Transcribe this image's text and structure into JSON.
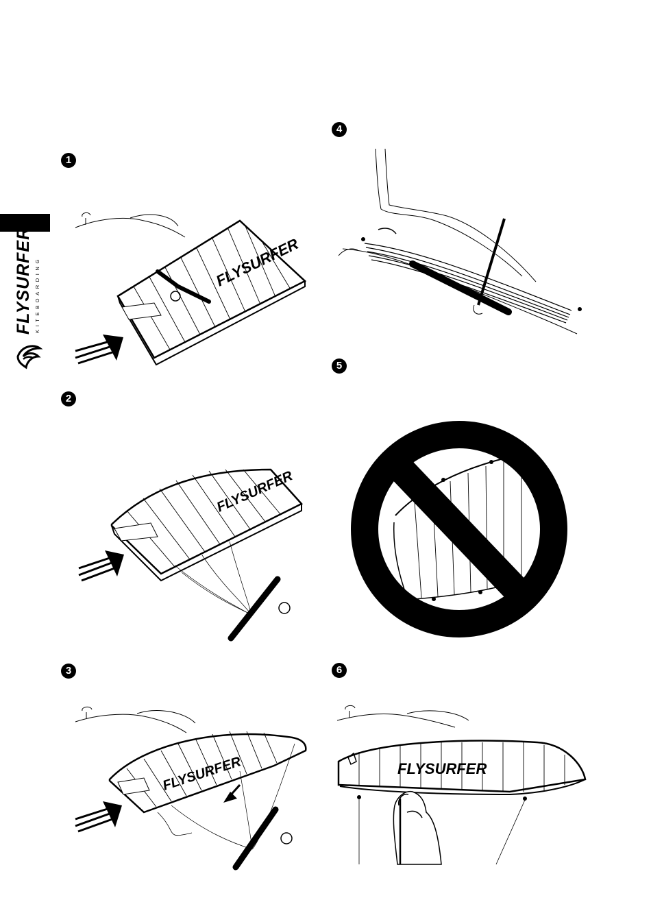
{
  "brand": {
    "name": "FLYSURFER",
    "tagline": "KITEBOARDING"
  },
  "steps": [
    {
      "number": "1"
    },
    {
      "number": "2"
    },
    {
      "number": "3"
    },
    {
      "number": "4"
    },
    {
      "number": "5"
    },
    {
      "number": "6"
    }
  ],
  "kite_wordmark": "FLYSURFER",
  "colors": {
    "ink": "#000000",
    "paper": "#ffffff"
  }
}
